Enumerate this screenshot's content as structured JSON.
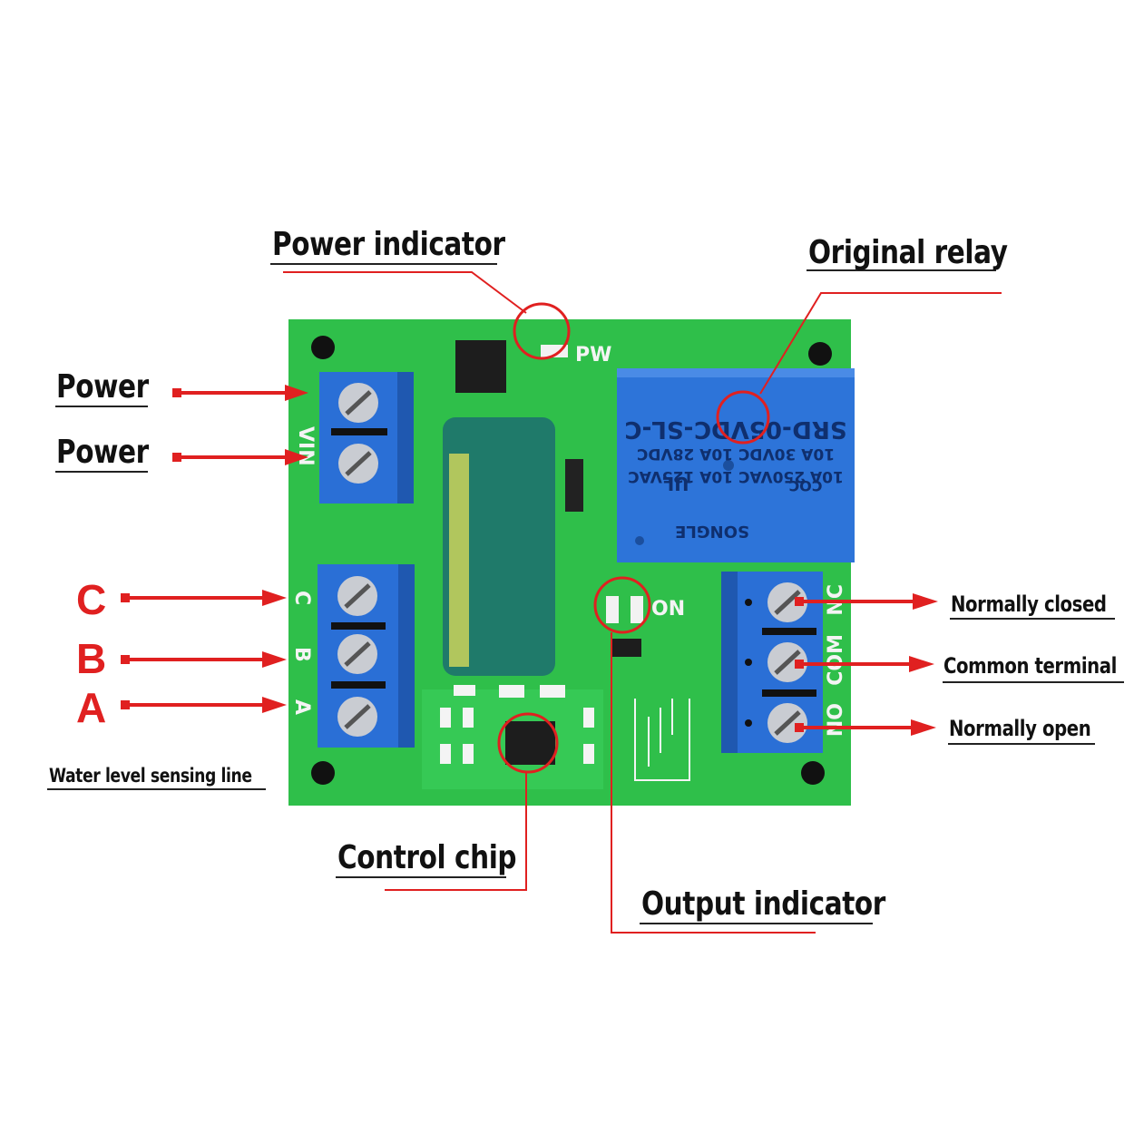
{
  "labels": {
    "power_indicator": "Power indicator",
    "original_relay": "Original relay",
    "power_1": "Power",
    "power_2": "Power",
    "c": "C",
    "b": "B",
    "a": "A",
    "water_level": "Water level sensing line",
    "control_chip": "Control chip",
    "output_indicator": "Output indicator",
    "normally_closed": "Normally closed",
    "common_terminal": "Common terminal",
    "normally_open": "Normally open"
  },
  "board": {
    "silk_pw": "PW",
    "silk_on": "ON",
    "silk_vin": "VIN",
    "silk_c": "C",
    "silk_b": "B",
    "silk_a": "A",
    "silk_nc": "NC",
    "silk_com": "COM",
    "silk_no": "NO",
    "relay_model": "SRD-05VDC-SL-C",
    "relay_line1": "10A 30VDC 10A 28VDC",
    "relay_line2": "10A 250VAC 10A 125VAC",
    "relay_brand": "SONGLE",
    "relay_cert": "CQC",
    "relay_ul": "UL"
  },
  "colors": {
    "pcb": "#2fbf4a",
    "terminal": "#2a6fd6",
    "relay": "#2d74d9",
    "arrow": "#e02020",
    "capacitor": "#1f7a6a"
  }
}
